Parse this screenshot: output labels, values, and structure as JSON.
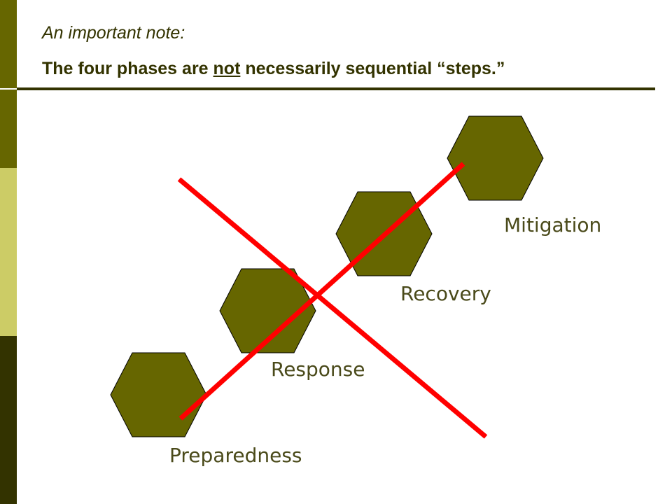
{
  "note": {
    "intro": "An important note:",
    "main_prefix": "The four phases are ",
    "main_emphasis": "not",
    "main_suffix": " necessarily sequential “steps.”"
  },
  "phases": [
    {
      "label": "Preparedness"
    },
    {
      "label": "Response"
    },
    {
      "label": "Recovery"
    },
    {
      "label": "Mitigation"
    }
  ],
  "colors": {
    "hexagon_fill": "#666600",
    "cross_stroke": "#ff0000",
    "side_bar": [
      "#666600",
      "#666600",
      "#cccc66",
      "#333300"
    ],
    "rule": "#333300"
  }
}
